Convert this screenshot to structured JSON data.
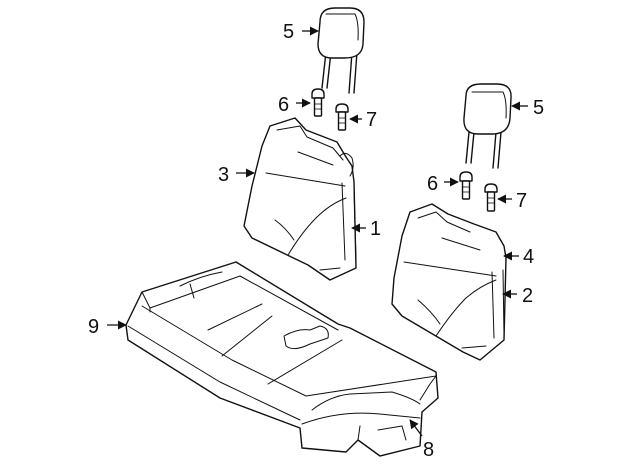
{
  "callouts": {
    "c1": "1",
    "c2": "2",
    "c3": "3",
    "c4": "4",
    "c5a": "5",
    "c5b": "5",
    "c6a": "6",
    "c6b": "6",
    "c7a": "7",
    "c7b": "7",
    "c8": "8",
    "c9": "9"
  }
}
